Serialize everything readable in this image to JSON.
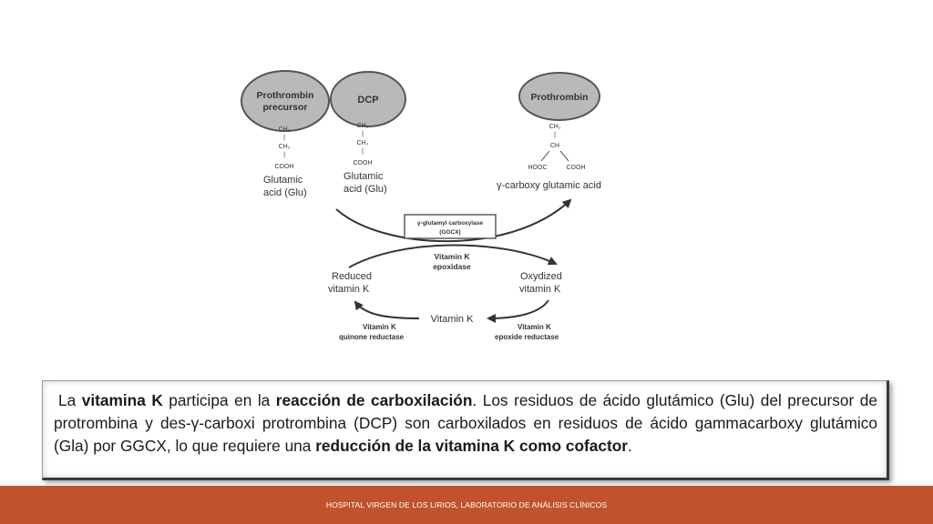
{
  "diagram": {
    "ellipses": {
      "prothrombin_precursor": [
        "Prothrombin",
        "precursor"
      ],
      "dcp": "DCP",
      "prothrombin": "Prothrombin"
    },
    "glu_left": {
      "formula": [
        "CH₂",
        "|",
        "CH₂",
        "|",
        "COOH"
      ],
      "label": [
        "Glutamic",
        "acid (Glu)"
      ]
    },
    "glu_mid": {
      "formula": [
        "CH₂",
        "|",
        "CH₂",
        "|",
        "COOH"
      ],
      "label": [
        "Glutamic",
        "acid (Glu)"
      ]
    },
    "gla": {
      "formula": [
        "CH₂",
        "|",
        "CH"
      ],
      "branches": [
        "HOOC",
        "COOH"
      ],
      "label": "γ-carboxy glutamic acid"
    },
    "enzyme_box": [
      "γ-glutamyl carboxylase",
      "(GGCX)"
    ],
    "vitk_epoxidase": [
      "Vitamin K",
      "epoxidase"
    ],
    "reduced_vitk": [
      "Reduced",
      "vitamin K"
    ],
    "oxidized_vitk": [
      "Oxydized",
      "vitamin K"
    ],
    "vitamin_k": "Vitamin K",
    "quinone_reductase": [
      "Vitamin K",
      "quinone reductase"
    ],
    "epoxide_reductase": [
      "Vitamin K",
      "epoxide reductase"
    ]
  },
  "textbox": {
    "s1": "La ",
    "b1": "vitamina K",
    "s2": " participa en la ",
    "b2": "reacción de carboxilación",
    "s3": ". Los residuos de ácido glutámico (Glu) del precursor de protrombina y des-γ-carboxi protrombina (DCP) son carboxilados en residuos de ácido gammacarboxy glutámico (Gla) por GGCX, lo que requiere una ",
    "b3": "reducción de la vitamina K como cofactor",
    "s4": "."
  },
  "footer": "HOSPITAL VIRGEN DE LOS LIRIOS, LABORATORIO DE ANÁLISIS CLÍNICOS"
}
